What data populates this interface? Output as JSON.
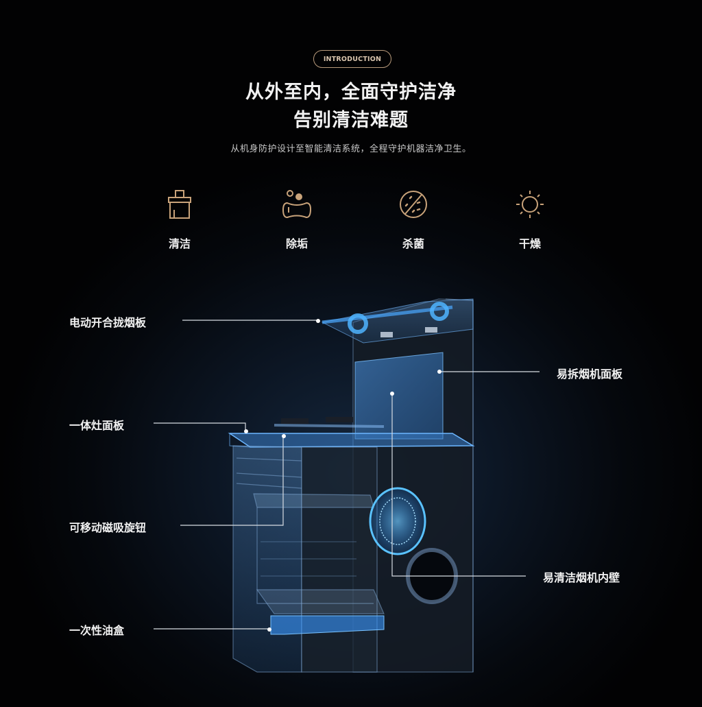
{
  "header": {
    "badge": "INTRODUCTION",
    "title_line1": "从外至内，全面守护洁净",
    "title_line2": "告别清洁难题",
    "subtitle": "从机身防护设计至智能清洁系统，全程守护机器洁净卫生。"
  },
  "features": [
    {
      "icon": "broom-icon",
      "label": "清洁"
    },
    {
      "icon": "soap-bubbles-icon",
      "label": "除垢"
    },
    {
      "icon": "no-bacteria-icon",
      "label": "杀菌"
    },
    {
      "icon": "sun-icon",
      "label": "干燥"
    }
  ],
  "callouts": {
    "left": [
      {
        "label": "电动开合拢烟板"
      },
      {
        "label": "一体灶面板"
      },
      {
        "label": "可移动磁吸旋钮"
      },
      {
        "label": "一次性油盒"
      }
    ],
    "right": [
      {
        "label": "易拆烟机面板"
      },
      {
        "label": "易清洁烟机内壁"
      }
    ]
  },
  "colors": {
    "background": "#020203",
    "accent_gold": "#c9a37a",
    "highlight_blue": "#3aa0ff",
    "text": "#f2f2f2"
  }
}
